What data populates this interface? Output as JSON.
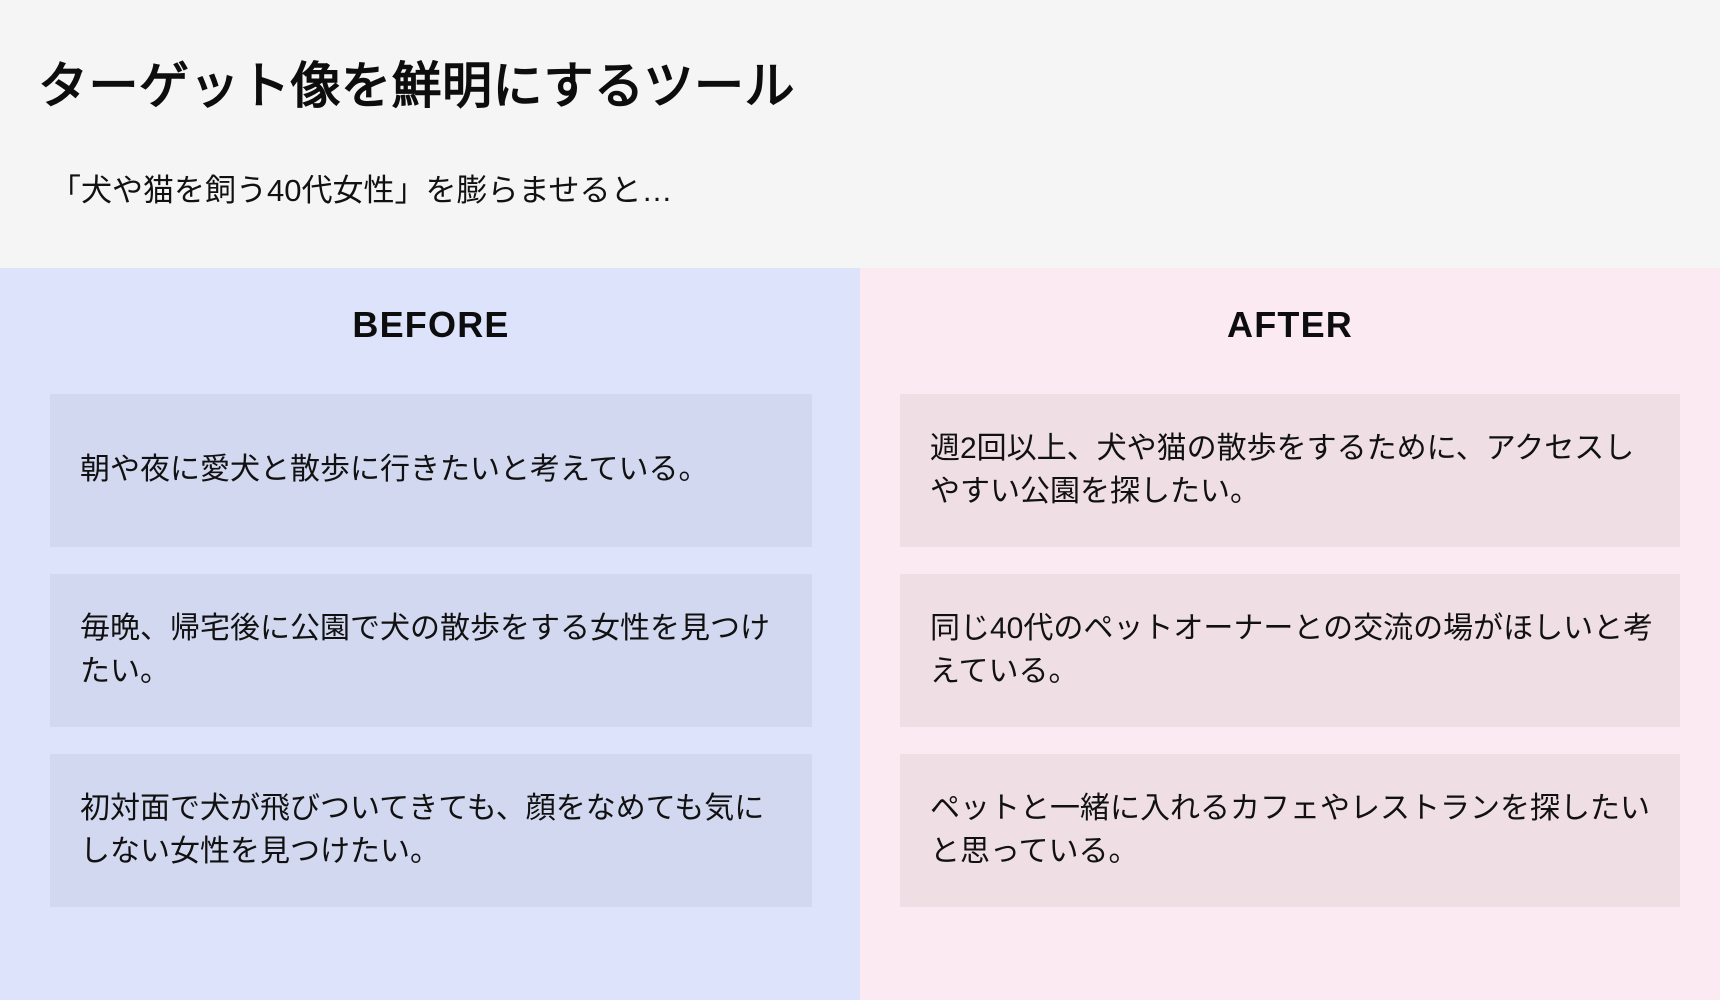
{
  "header": {
    "title": "ターゲット像を鮮明にするツール",
    "subtitle": "「犬や猫を飼う40代女性」を膨らませると…"
  },
  "colors": {
    "header_background": "#f5f5f5",
    "before_panel": "#dde3fa",
    "before_card": "#d2d8f0",
    "after_panel": "#fbeaf2",
    "after_card": "#efdfe5",
    "text": "#111111"
  },
  "columns": [
    {
      "heading": "BEFORE",
      "cards": [
        {
          "text": "朝や夜に愛犬と散歩に行きたいと考えている。"
        },
        {
          "text": "毎晩、帰宅後に公園で犬の散歩をする女性を見つけたい。"
        },
        {
          "text": "初対面で犬が飛びついてきても、顔をなめても気にしない女性を見つけたい。"
        }
      ]
    },
    {
      "heading": "AFTER",
      "cards": [
        {
          "text": "週2回以上、犬や猫の散歩をするために、アクセスしやすい公園を探したい。"
        },
        {
          "text": "同じ40代のペットオーナーとの交流の場がほしいと考えている。"
        },
        {
          "text": "ペットと一緒に入れるカフェやレストランを探したいと思っている。"
        }
      ]
    }
  ]
}
